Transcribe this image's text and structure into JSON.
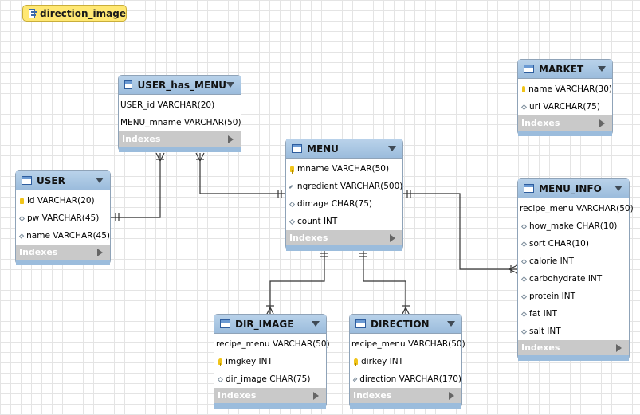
{
  "diagram": {
    "title": "direction_image",
    "icon": "diagram-icon"
  },
  "tables": [
    {
      "id": "user",
      "name": "USER",
      "columns": [
        {
          "text": "id VARCHAR(20)",
          "marker": "key"
        },
        {
          "text": "pw VARCHAR(45)",
          "marker": "attr"
        },
        {
          "text": "name VARCHAR(45)",
          "marker": "attr"
        }
      ],
      "indexes_label": "Indexes"
    },
    {
      "id": "user_has_menu",
      "name": "USER_has_MENU",
      "columns": [
        {
          "text": "USER_id VARCHAR(20)",
          "marker": "none"
        },
        {
          "text": "MENU_mname VARCHAR(50)",
          "marker": "none"
        }
      ],
      "indexes_label": "Indexes"
    },
    {
      "id": "menu",
      "name": "MENU",
      "columns": [
        {
          "text": "mname VARCHAR(50)",
          "marker": "key"
        },
        {
          "text": "ingredient VARCHAR(500)",
          "marker": "attr"
        },
        {
          "text": "dimage CHAR(75)",
          "marker": "attr"
        },
        {
          "text": "count INT",
          "marker": "attr"
        }
      ],
      "indexes_label": "Indexes"
    },
    {
      "id": "market",
      "name": "MARKET",
      "columns": [
        {
          "text": "name VARCHAR(30)",
          "marker": "key"
        },
        {
          "text": "url VARCHAR(75)",
          "marker": "attr"
        }
      ],
      "indexes_label": "Indexes"
    },
    {
      "id": "menu_info",
      "name": "MENU_INFO",
      "columns": [
        {
          "text": "recipe_menu VARCHAR(50)",
          "marker": "none"
        },
        {
          "text": "how_make CHAR(10)",
          "marker": "attr"
        },
        {
          "text": "sort CHAR(10)",
          "marker": "attr"
        },
        {
          "text": "calorie INT",
          "marker": "attr"
        },
        {
          "text": "carbohydrate INT",
          "marker": "attr"
        },
        {
          "text": "protein INT",
          "marker": "attr"
        },
        {
          "text": "fat INT",
          "marker": "attr"
        },
        {
          "text": "salt INT",
          "marker": "attr"
        }
      ],
      "indexes_label": "Indexes"
    },
    {
      "id": "dir_image",
      "name": "DIR_IMAGE",
      "columns": [
        {
          "text": "recipe_menu VARCHAR(50)",
          "marker": "none"
        },
        {
          "text": "imgkey INT",
          "marker": "key"
        },
        {
          "text": "dir_image CHAR(75)",
          "marker": "attr"
        }
      ],
      "indexes_label": "Indexes"
    },
    {
      "id": "direction",
      "name": "DIRECTION",
      "columns": [
        {
          "text": "recipe_menu VARCHAR(50)",
          "marker": "none"
        },
        {
          "text": "dirkey INT",
          "marker": "key"
        },
        {
          "text": "direction VARCHAR(170)",
          "marker": "attr"
        }
      ],
      "indexes_label": "Indexes"
    }
  ],
  "relationships": [
    {
      "from": "user",
      "to": "user_has_menu",
      "from_end": "one",
      "to_end": "many"
    },
    {
      "from": "menu",
      "to": "user_has_menu",
      "from_end": "one",
      "to_end": "many"
    },
    {
      "from": "menu",
      "to": "menu_info",
      "from_end": "one",
      "to_end": "many"
    },
    {
      "from": "menu",
      "to": "dir_image",
      "from_end": "one",
      "to_end": "many"
    },
    {
      "from": "menu",
      "to": "direction",
      "from_end": "one",
      "to_end": "many"
    }
  ]
}
